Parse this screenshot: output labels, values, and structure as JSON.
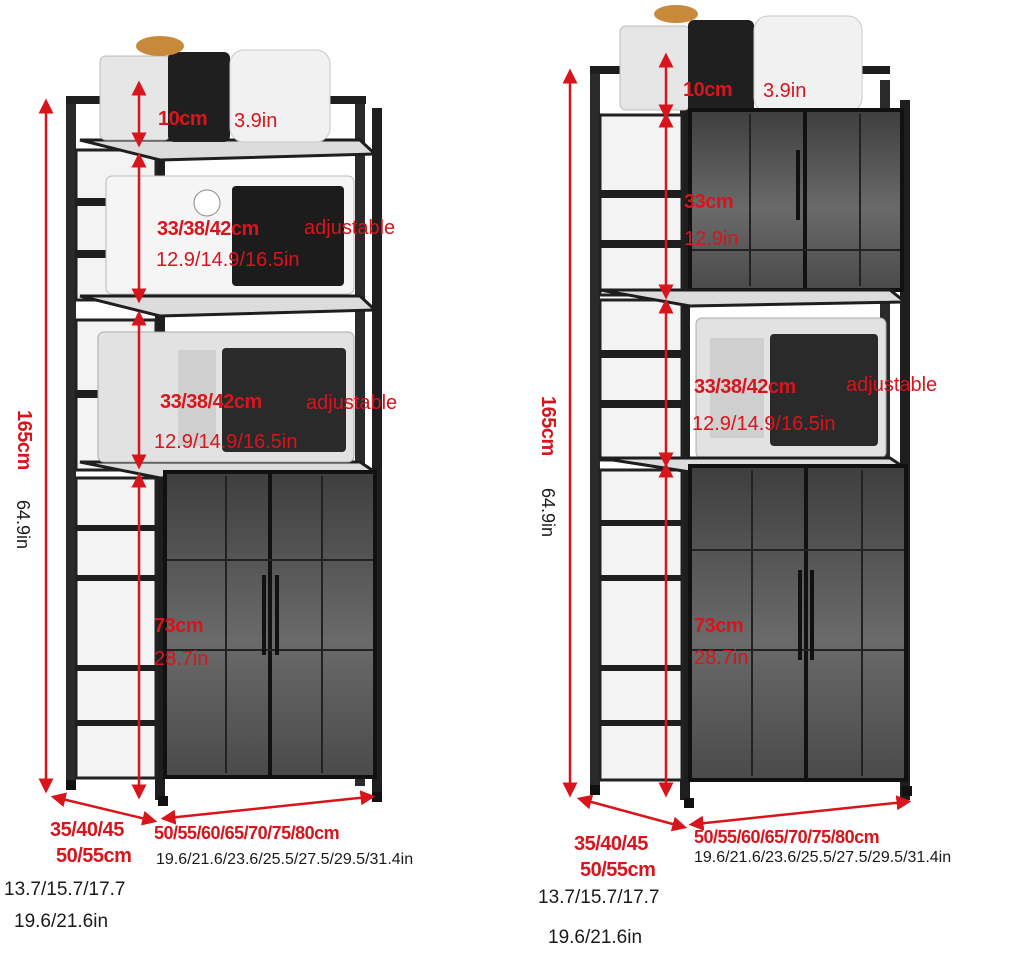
{
  "colors": {
    "dimension_red": "#d8141c",
    "frame_black": "#1e1e1e",
    "glass": "#4b4b4b",
    "text_black": "#1a1a1a"
  },
  "left": {
    "top_gap_cm": "10cm",
    "top_gap_in": "3.9in",
    "shelf1_cm": "33/38/42cm",
    "shelf1_note": "adjustable",
    "shelf1_in": "12.9/14.9/16.5in",
    "shelf2_cm": "33/38/42cm",
    "shelf2_note": "adjustable",
    "shelf2_in": "12.9/14.9/16.5in",
    "cabinet_cm": "73cm",
    "cabinet_in": "28.7in",
    "height_cm": "165cm",
    "height_in": "64.9in",
    "depth_cm_a": "35/40/45",
    "depth_cm_b": "50/55cm",
    "depth_in_a": "13.7/15.7/17.7",
    "depth_in_b": "19.6/21.6in",
    "width_cm": "50/55/60/65/70/75/80cm",
    "width_in": "19.6/21.6/23.6/25.5/27.5/29.5/31.4in"
  },
  "right": {
    "top_gap_cm": "10cm",
    "top_gap_in": "3.9in",
    "upper_cabinet_cm": "33cm",
    "upper_cabinet_in": "12.9in",
    "shelf_cm": "33/38/42cm",
    "shelf_note": "adjustable",
    "shelf_in": "12.9/14.9/16.5in",
    "cabinet_cm": "73cm",
    "cabinet_in": "28.7in",
    "height_cm": "165cm",
    "height_in": "64.9in",
    "depth_cm_a": "35/40/45",
    "depth_cm_b": "50/55cm",
    "depth_in_a": "13.7/15.7/17.7",
    "depth_in_b": "19.6/21.6in",
    "width_cm": "50/55/60/65/70/75/80cm",
    "width_in": "19.6/21.6/23.6/25.5/27.5/29.5/31.4in"
  }
}
